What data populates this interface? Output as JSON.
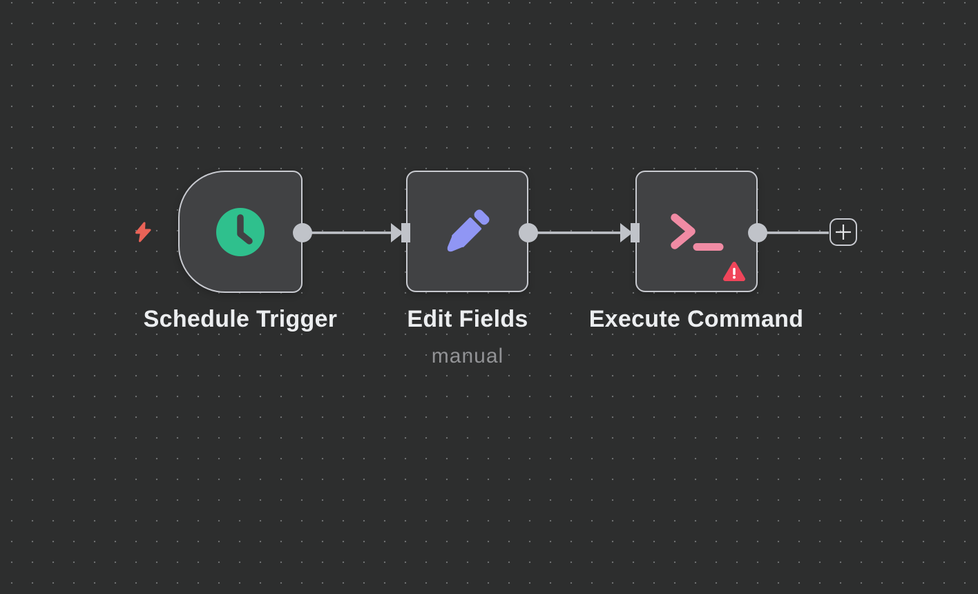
{
  "canvas": {
    "background_color": "#2d2e2e",
    "dot_color": "#6e7071"
  },
  "workflow": {
    "nodes": [
      {
        "name": "Schedule Trigger",
        "subtitle": "",
        "type": "trigger",
        "icon": "clock-icon",
        "icon_color": "#2fc08d",
        "has_trigger_indicator": true
      },
      {
        "name": "Edit Fields",
        "subtitle": "manual",
        "type": "action",
        "icon": "pencil-icon",
        "icon_color": "#9096f4"
      },
      {
        "name": "Execute Command",
        "subtitle": "",
        "type": "action",
        "icon": "terminal-icon",
        "icon_color": "#f08ba4",
        "has_warning": true,
        "warning_icon": "warning-triangle-icon"
      }
    ],
    "connections": [
      {
        "from": "Schedule Trigger",
        "to": "Edit Fields"
      },
      {
        "from": "Edit Fields",
        "to": "Execute Command"
      },
      {
        "from": "Execute Command",
        "to": "add-node-button"
      }
    ]
  },
  "add_button": {
    "label": "+"
  },
  "colors": {
    "node_fill": "#414244",
    "node_border": "#c9cbd1",
    "connector": "#c0c3c9",
    "title_text": "#eceef0",
    "subtitle_text": "#929396",
    "bolt_red": "#ea6357",
    "clock_green": "#2fc08d",
    "pencil_purple": "#9096f4",
    "terminal_pink": "#f08ba4",
    "warning_red": "#f0455a",
    "warning_mark": "#ffffff"
  }
}
